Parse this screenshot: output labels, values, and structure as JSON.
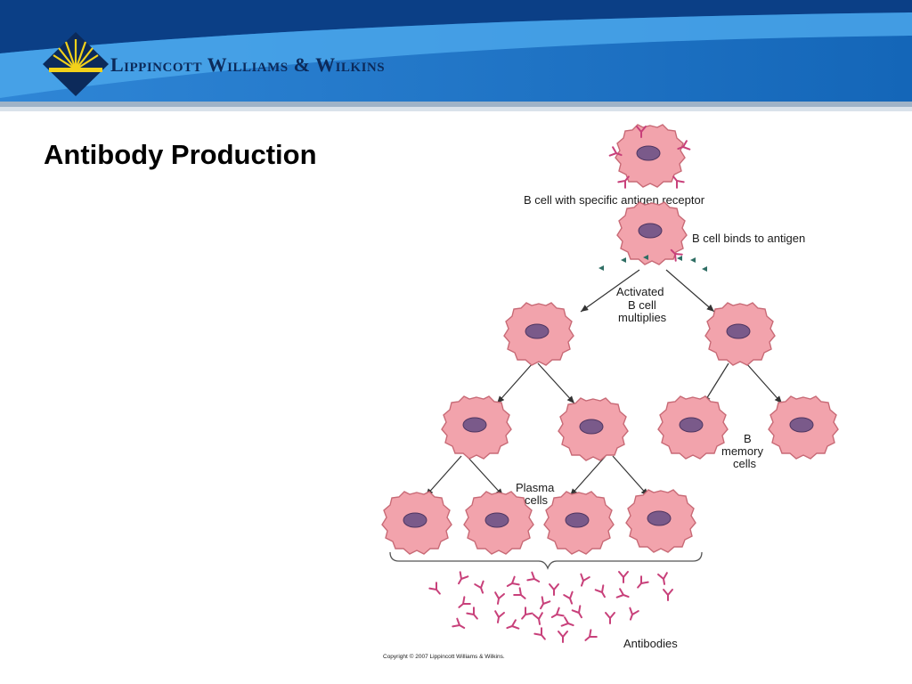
{
  "header": {
    "brand_name": "Lippincott Williams & Wilkins",
    "colors": {
      "banner_dark": "#0b3f86",
      "banner_light": "#3f9ae6",
      "logo_yellow": "#f3d21a",
      "logo_dark": "#0c2a5a"
    }
  },
  "slide": {
    "title": "Antibody Production"
  },
  "diagram": {
    "labels": {
      "b_cell_receptor": "B cell with specific antigen receptor",
      "binds_antigen": "B cell binds to antigen",
      "activated_1": "Activated",
      "activated_2": "B cell",
      "activated_3": "multiplies",
      "memory_1": "B",
      "memory_2": "memory",
      "memory_3": "cells",
      "plasma_1": "Plasma",
      "plasma_2": "cells",
      "antibodies": "Antibodies",
      "copyright": "Copyright © 2007 Lippincott Williams & Wilkins."
    },
    "colors": {
      "cell_fill": "#f2a3ac",
      "cell_stroke": "#c86a76",
      "nucleus": "#7a5a8a",
      "antibody": "#c8407a",
      "antigen": "#2f6e64",
      "arrow": "#333333"
    }
  }
}
